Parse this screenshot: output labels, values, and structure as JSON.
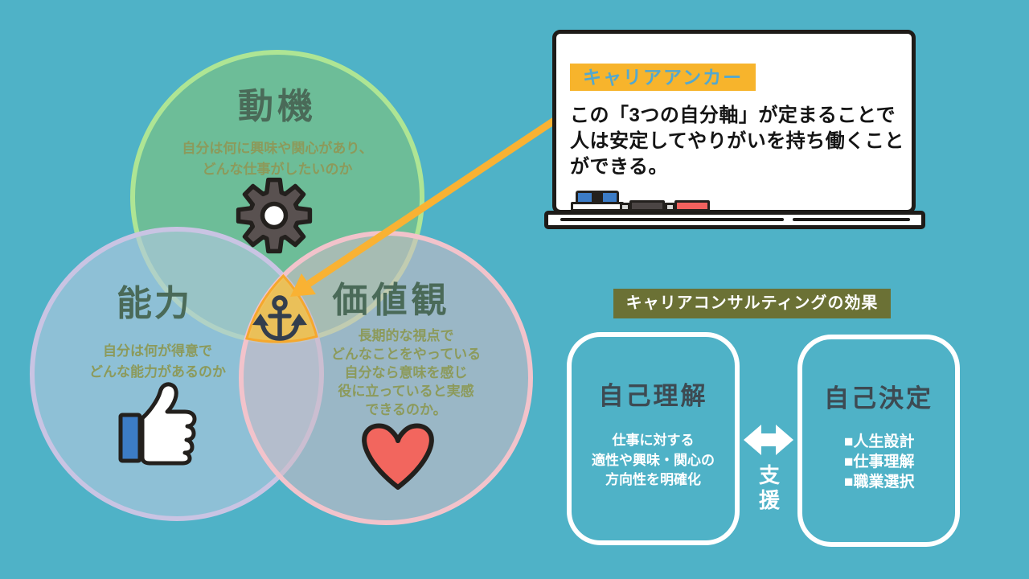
{
  "slide": {
    "background_color": "#4FB2C7"
  },
  "venn": {
    "motivation": {
      "title": "動機",
      "desc": "自分は何に興味や関心があり、\nどんな仕事がしたいのか",
      "fill": "#6DBD98",
      "border": "#AEE594"
    },
    "ability": {
      "title": "能力",
      "desc": "自分は何が得意で\nどんな能力があるのか",
      "fill": "#8FC0D6",
      "border": "#C9C4E3"
    },
    "values": {
      "title": "価値観",
      "desc": "長期的な視点で\nどんなことをやっている\n自分なら意味を感じ\n役に立っていると実感\nできるのか。",
      "fill": "#9BB7C6",
      "border": "#F2C3CB"
    },
    "center": {
      "fill": "#F0C04A",
      "border": "#F5A82D"
    }
  },
  "whiteboard": {
    "label": "キャリアアンカー",
    "label_bg": "#F7B42C",
    "label_color": "#54A8CE",
    "body": "この「3つの自分軸」が定まることで\n人は安定してやりがいを持ち働くこと\nができる。"
  },
  "effects": {
    "header": "キャリアコンサルティングの効果",
    "header_bg": "#6B7135",
    "left_box": {
      "title": "自己理解",
      "body": "仕事に対する\n適性や興味・関心の\n方向性を明確化"
    },
    "right_box": {
      "title": "自己決定",
      "items": [
        "■人生設計",
        "■仕事理解",
        "■職業選択"
      ]
    },
    "support_label": "支援"
  },
  "icons": {
    "gear": "⚙",
    "thumbs_up": "👍",
    "heart": "❤",
    "anchor": "⚓",
    "double_arrow": "⇔",
    "callout_arrow": "↙"
  },
  "colors": {
    "title_text": "#4A6A58",
    "desc_text": "#8C9A5B",
    "box_title_text": "#3D4A52",
    "arrow_yellow": "#F9B233",
    "heart_red": "#F2665E",
    "cuff_blue": "#3C7CC6",
    "anchor_navy": "#333E4D"
  }
}
